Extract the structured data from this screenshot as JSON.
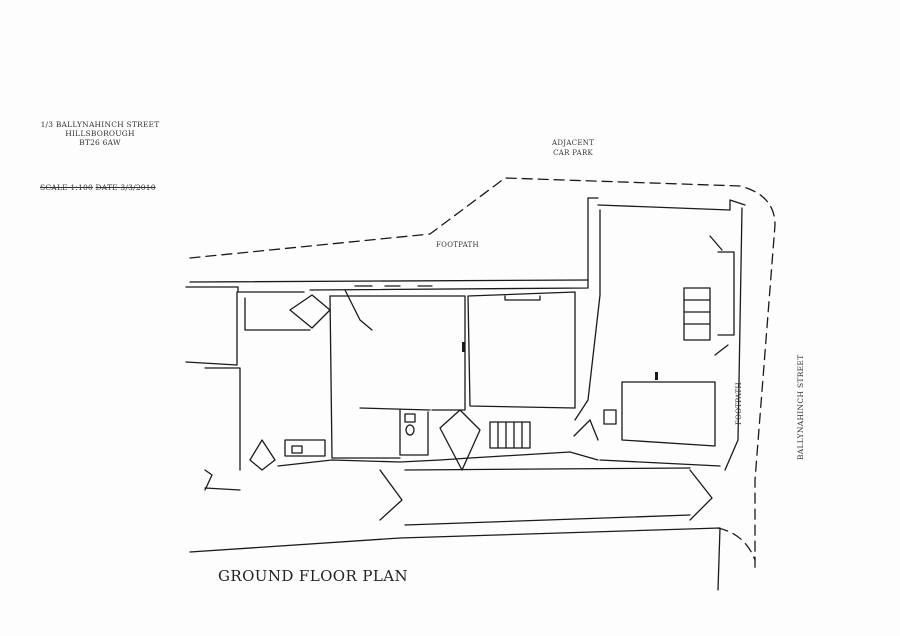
{
  "header": {
    "address_line1": "1/3 BALLYNAHINCH STREET",
    "address_line2": "HILLSBOROUGH",
    "postcode": "BT26 6AW",
    "scale": "SCALE 1:100",
    "date": "DATE 3/3/2010"
  },
  "labels": {
    "adjacent": "ADJACENT",
    "car_park": "CAR PARK",
    "footpath_top": "FOOTPATH",
    "footpath_right": "FOOTPATH",
    "street": "BALLYNAHINCH STREET"
  },
  "title": "GROUND FLOOR PLAN",
  "colors": {
    "ink": "#1a1a1a",
    "paper": "#fdfdfd"
  }
}
